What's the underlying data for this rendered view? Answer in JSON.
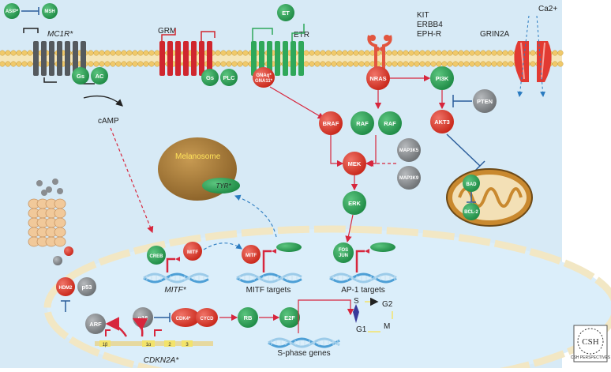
{
  "colors": {
    "background": "#d7eaf6",
    "membrane": "#f0d89a",
    "green_node": "#2fa85a",
    "red_node": "#e03a2e",
    "gray_node": "#8a8d90",
    "arrow_red": "#d7263d",
    "inhibit_blue": "#2a5d9b"
  },
  "labels": {
    "asip": "ASIP*",
    "msh": "MSH",
    "mc1r": "MC1R*",
    "gs1": "Gs",
    "ac": "AC",
    "camp": "cAMP",
    "grm": "GRM",
    "gs2": "Gs",
    "plc": "PLC",
    "et": "ET",
    "etr": "ETR",
    "gnaq": "GNAq*",
    "gna11": "GNA11*",
    "kit": "KIT",
    "erbb4": "ERBB4",
    "ephr": "EPH-R",
    "nras": "NRAS",
    "pi3k": "PI3K",
    "grin2a": "GRIN2A",
    "ca": "Ca2+",
    "pten": "PTEN",
    "braf": "BRAF",
    "raf1": "RAF",
    "raf2": "RAF",
    "akt3": "AKT3",
    "mek": "MEK",
    "map3k5": "MAP3K5",
    "map3k9": "MAP3K9",
    "erk": "ERK",
    "bad": "BAD",
    "bcl2": "BCL-2",
    "melanosome": "Melanosome",
    "tyr": "TYR*",
    "creb": "CREB",
    "mitf1": "MITF",
    "mitf2": "MITF",
    "fos": "FOS",
    "jun": "JUN",
    "mitf_gene": "MITF*",
    "mitf_targets": "MITF targets",
    "ap1_targets": "AP-1 targets",
    "hdm2": "HDM2",
    "p53": "p53",
    "arf": "ARF",
    "p16": "p16",
    "cdk4": "CDK4*",
    "cycd": "CYCD",
    "rb": "RB",
    "e2f": "E2F",
    "cdkn2a": "CDKN2A*",
    "sphase_genes": "S-phase genes",
    "cycle_s": "S",
    "cycle_g2": "G2",
    "cycle_m": "M",
    "cycle_g1": "G1",
    "exon_1b": "1β",
    "exon_1a": "1α",
    "exon_2": "2",
    "exon_3": "3",
    "logo": "CSH PERSPECTIVES"
  }
}
